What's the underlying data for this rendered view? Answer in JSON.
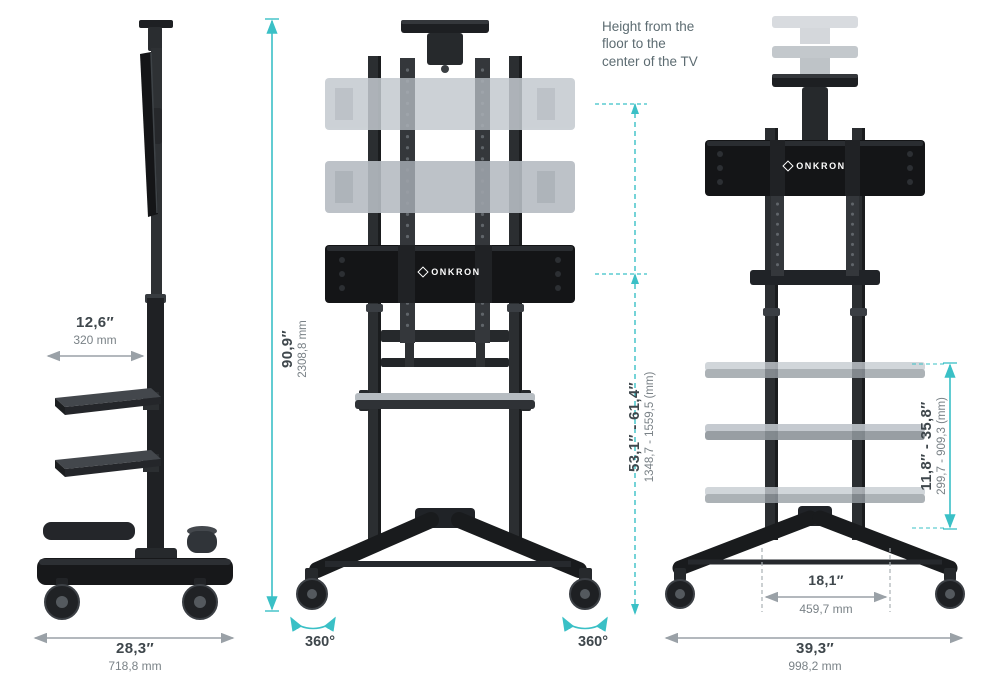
{
  "note": "Height from the floor to the center of the TV",
  "brand": {
    "name": "ONKRON"
  },
  "accent_color": "#3ac0c6",
  "dimensions": {
    "shelf_depth": {
      "inches": "12,6″",
      "mm": "320 mm"
    },
    "base_depth": {
      "inches": "28,3″",
      "mm": "718,8 mm"
    },
    "total_height": {
      "inches": "90,9″",
      "mm": "2308,8 mm"
    },
    "tv_center_height": {
      "inches": "53,1″ - 61,4″",
      "mm": "1348,7 - 1559,5 (mm)"
    },
    "caster_rotation_left": "360°",
    "caster_rotation_right": "360°",
    "shelf_height_range": {
      "inches": "11,8″ - 35,8″",
      "mm": "299,7 - 909,3 (mm)"
    },
    "base_inner_width": {
      "inches": "18,1″",
      "mm": "459,7 mm"
    },
    "base_width": {
      "inches": "39,3″",
      "mm": "998,2 mm"
    }
  }
}
